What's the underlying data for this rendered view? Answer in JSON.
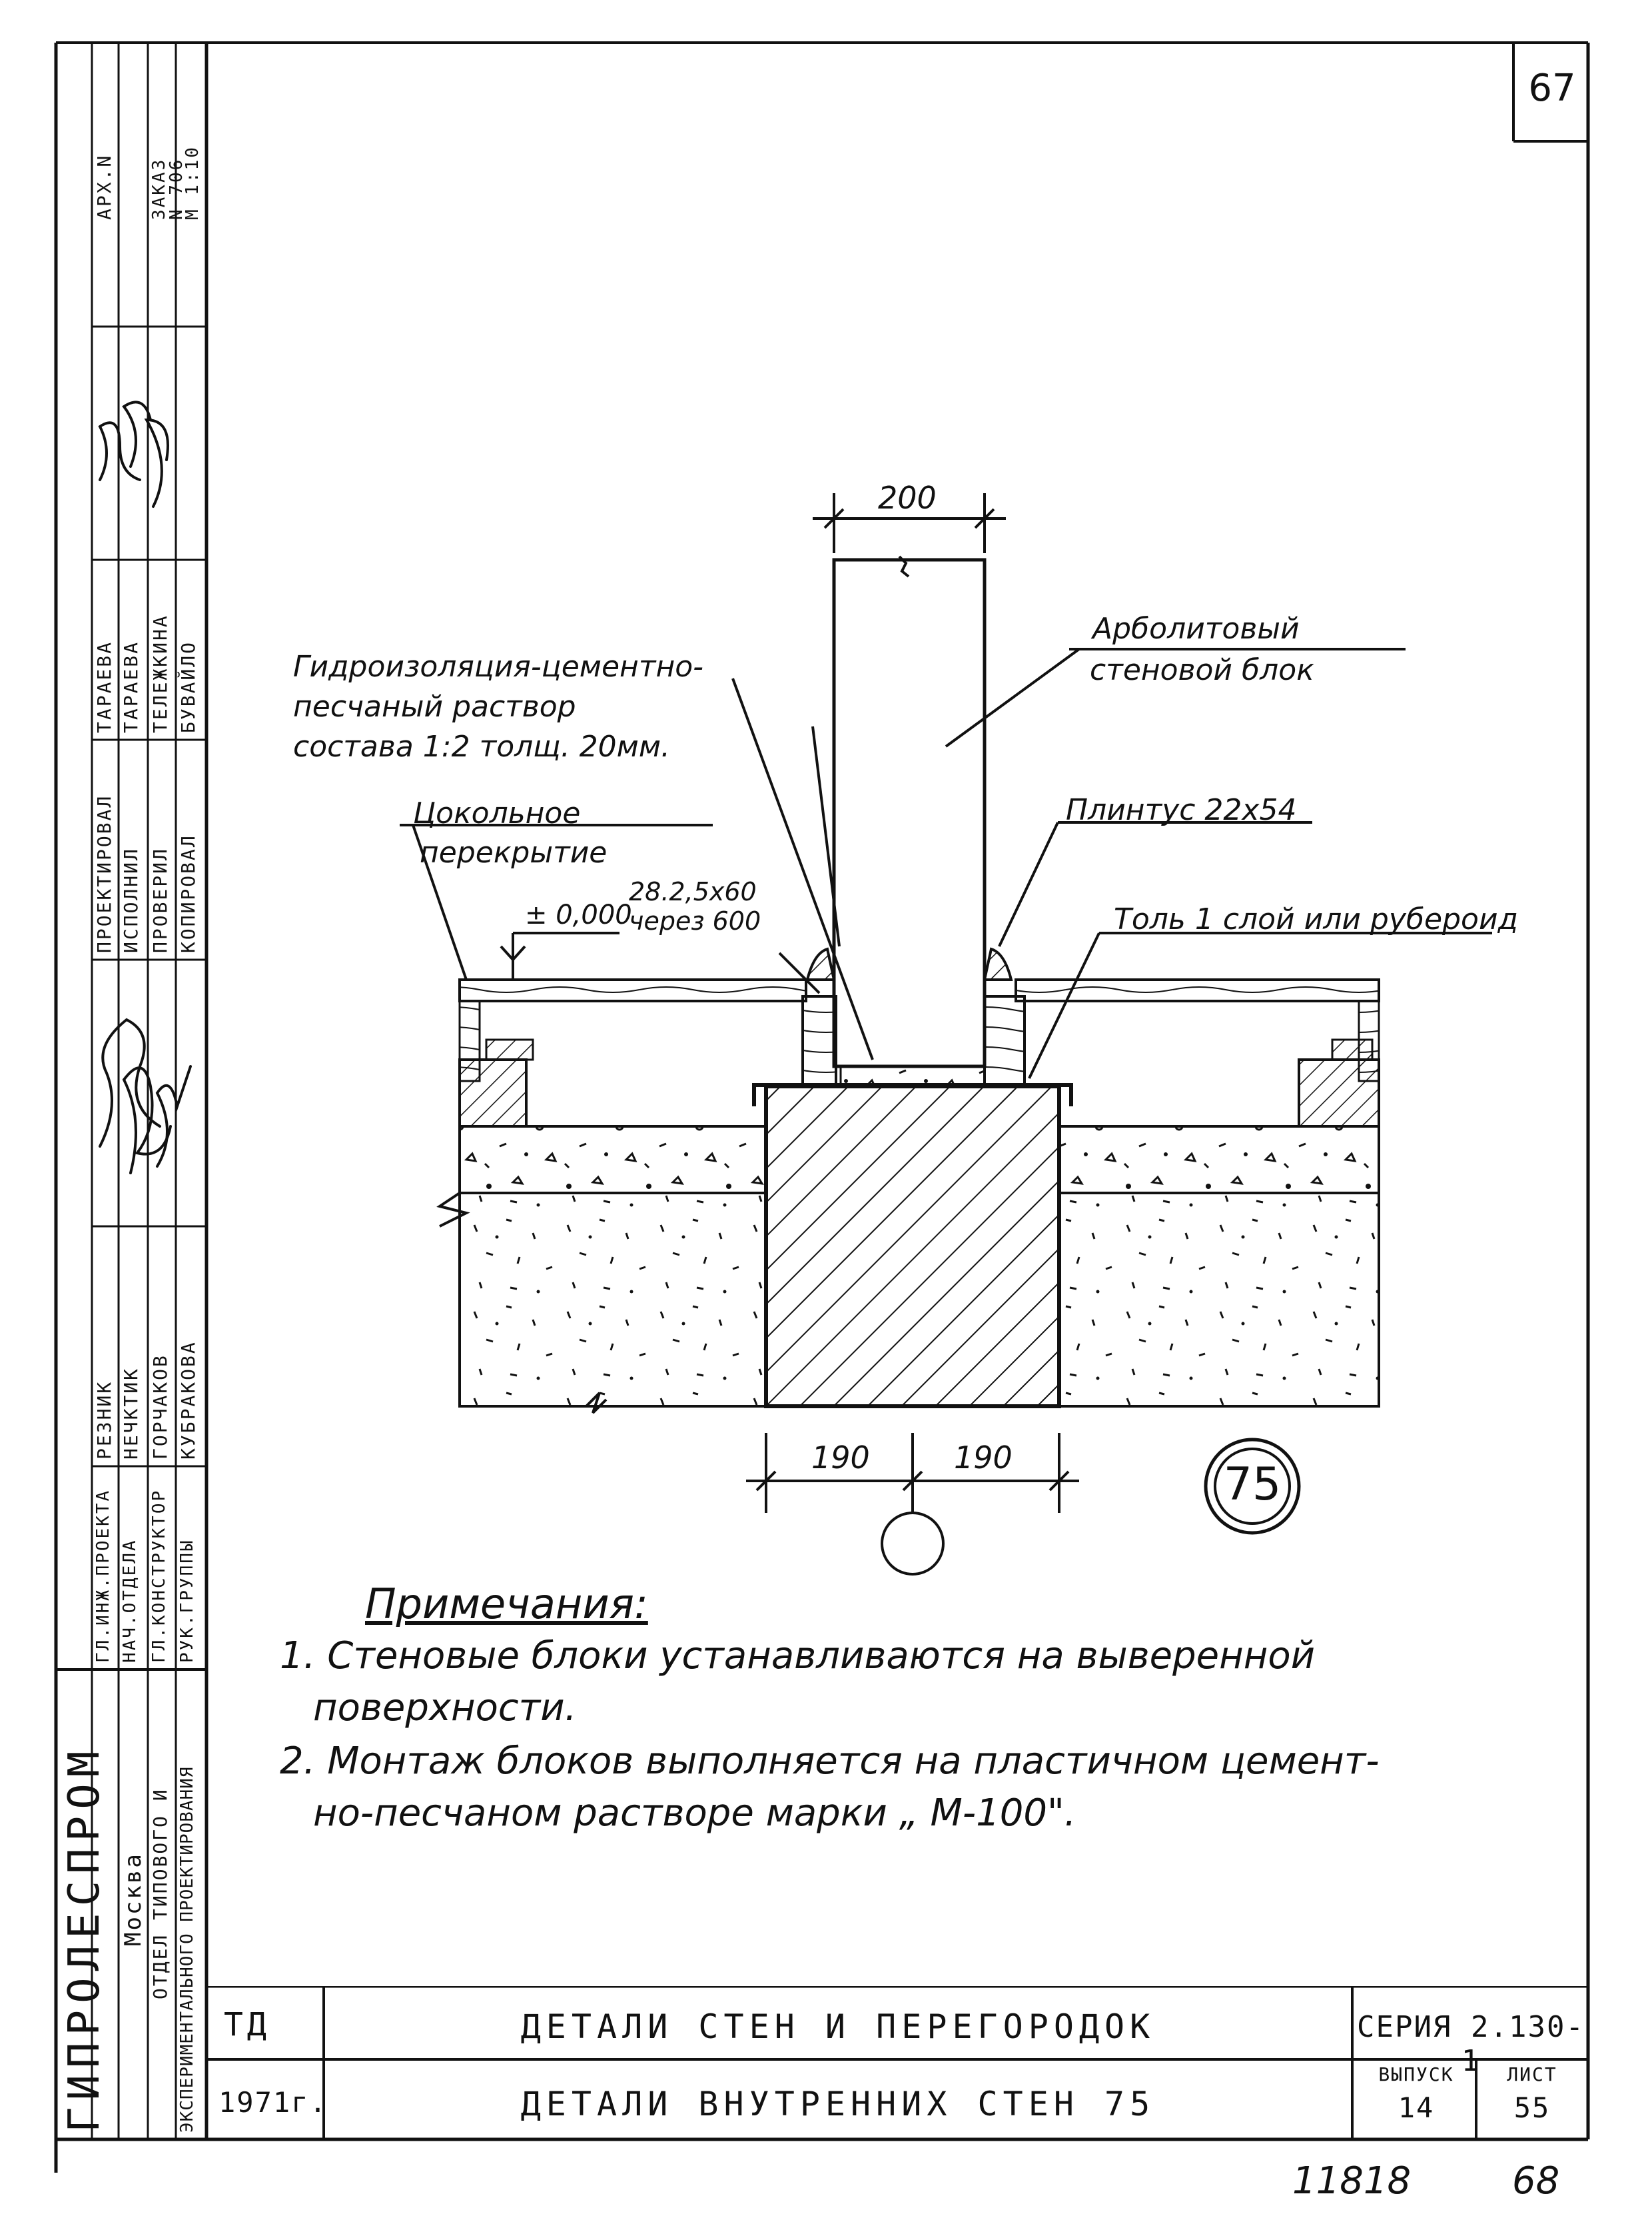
{
  "page": {
    "sheet_number_top": "67",
    "footer_left": "11818",
    "footer_right": "68"
  },
  "side_stamp": {
    "org_name": "ГИПРОЛЕСПРОМ",
    "city": "Москва",
    "dept_line1": "ОТДЕЛ ТИПОВОГО И",
    "dept_line2": "ЭКСПЕРИМЕНТАЛЬНОГО ПРОЕКТИРОВАНИЯ",
    "roles": [
      "ГЛ.ИНЖ.ПРОЕКТА",
      "НАЧ.ОТДЕЛА",
      "ГЛ.КОНСТРУКТОР",
      "РУК.ГРУППЫ"
    ],
    "names": [
      "РЕЗНИК",
      "НЕЧКТИК",
      "ГОРЧАКОВ",
      "КУБРАКОВА"
    ],
    "roles2": [
      "ПРОЕКТИРОВАЛ",
      "ИСПОЛНИЛ",
      "ПРОВЕРИЛ",
      "КОПИРОВАЛ"
    ],
    "names2": [
      "ТАРАЕВА",
      "ТАРАЕВА",
      "ТЕЛЕЖКИНА",
      "БУВАЙЛО"
    ],
    "arch": "АРХ.N",
    "order_label": "ЗАКАЗ",
    "order_no": "N 706",
    "scale": "М 1:10"
  },
  "drawing": {
    "dim_top": "200",
    "dim_left": "190",
    "dim_right": "190",
    "detail_number": "75",
    "label_block_line1": "Арболитовый",
    "label_block_line2": "стеновой блок",
    "label_hydro_line1": "Гидроизоляция-цементно-",
    "label_hydro_line2": "песчаный раствор",
    "label_hydro_line3": "состава 1:2 толщ. 20мм.",
    "label_plinth_floor_line1": "Цокольное",
    "label_plinth_floor_line2": "перекрытие",
    "label_skirting": "Плинтус 22х54",
    "label_level": "± 0,000",
    "label_nails_line1": "28.2,5х60",
    "label_nails_line2": "через 600",
    "label_roofing": "Толь 1 слой или рубероид"
  },
  "notes": {
    "heading": "Примечания:",
    "n1_line1": "1. Стеновые блоки устанавливаются на выверенной",
    "n1_line2": "поверхности.",
    "n2_line1": "2. Монтаж блоков выполняется на пластичном цемент-",
    "n2_line2": "но-песчаном растворе марки „ М-100\"."
  },
  "title_block": {
    "code": "ТД",
    "year": "1971г.",
    "title_main": "ДЕТАЛИ СТЕН И ПЕРЕГОРОДОК",
    "title_sub": "ДЕТАЛИ ВНУТРЕННИХ СТЕН 75",
    "series": "СЕРИЯ 2.130-1",
    "issue_label": "ВЫПУСК",
    "issue_value": "14",
    "sheet_label": "ЛИСТ",
    "sheet_value": "55"
  }
}
